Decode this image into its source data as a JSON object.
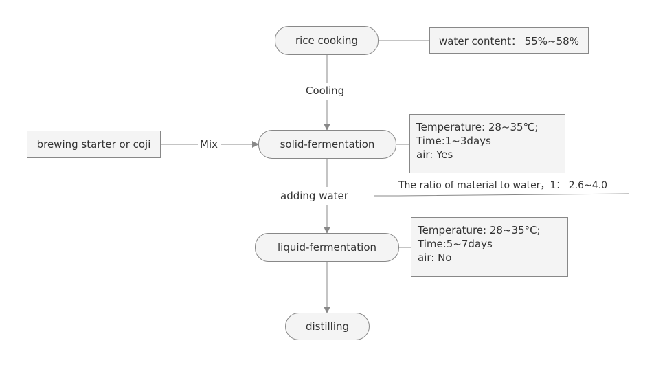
{
  "diagram": {
    "nodes": {
      "rice_cooking": "rice cooking",
      "solid_fermentation": "solid-fermentation",
      "liquid_fermentation": "liquid-fermentation",
      "distilling": "distilling",
      "starter": "brewing starter or coji"
    },
    "notes": {
      "water_content": "water content： 55%~58%",
      "solid_conditions": [
        "Temperature:  28~35℃;",
        "Time:1~3days",
        "air:  Yes"
      ],
      "liquid_conditions": [
        "Temperature:  28~35°C;",
        "Time:5~7days",
        "air:  No"
      ],
      "water_ratio": "The ratio of material to water，1： 2.6~4.0"
    },
    "edges": {
      "cooling": "Cooling",
      "mix": "Mix",
      "adding_water": "adding water"
    }
  }
}
